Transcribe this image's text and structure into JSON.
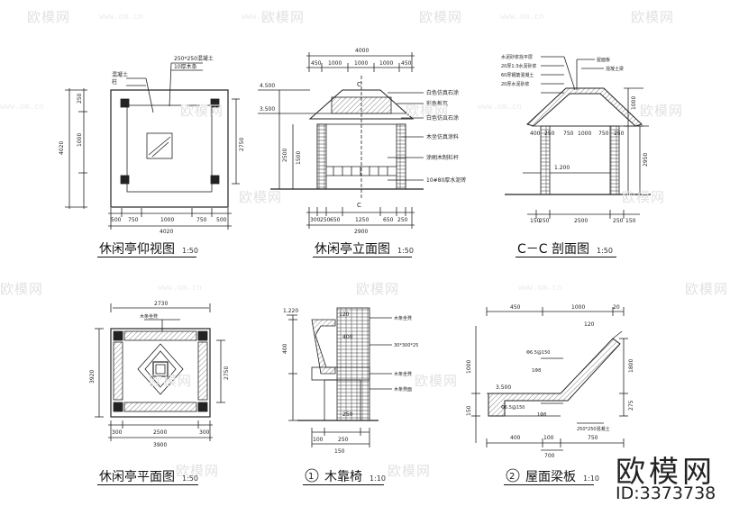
{
  "watermark": {
    "brand_text": "欧模网",
    "url_text": "www.om.cn"
  },
  "views": {
    "plan_bottom": {
      "title": "休闲亭仰视图",
      "scale": "1:50"
    },
    "elevation": {
      "title": "休闲亭立面图",
      "scale": "1:50"
    },
    "section": {
      "title": "C－C 剖面图",
      "scale": "1:50"
    },
    "plan": {
      "title": "休闲亭平面图",
      "scale": "1:50"
    },
    "bench": {
      "title": "木靠椅",
      "scale": "1:10",
      "index": "1"
    },
    "roof": {
      "title": "屋面梁板",
      "scale": "1:10",
      "index": "2"
    }
  },
  "dims": {
    "d500": "500",
    "d750": "750",
    "d1000": "1000",
    "d4020": "4020",
    "d2750": "2750",
    "d250": "250",
    "d4000": "4000",
    "d450": "450",
    "d300": "300",
    "d650": "650",
    "d1250": "1250",
    "d2900": "2900",
    "d1500": "1500",
    "d2500": "2500",
    "d3900": "3900",
    "d150": "150",
    "d400": "400",
    "d2950": "2950",
    "d1800": "1800",
    "d2730": "2730",
    "d3920": "3920",
    "d120": "120",
    "d100": "100",
    "d20": "20",
    "d700": "700",
    "d275": "275"
  },
  "levels": {
    "l4500": "4.500",
    "l3500": "3.500",
    "l1200": "1.200",
    "l1220": "1.220",
    "l3500b": "3.500"
  },
  "markers": {
    "cut": "C"
  },
  "notes": {
    "elev_1": "白色仿真石涂",
    "elev_2": "彩色板瓦",
    "elev_3": "白色仿真石涂",
    "elev_4": "木坐仿真涂料",
    "elev_5": "涂刷木制栏杆",
    "elev_6": "10#80厚水泥砖",
    "plan_b1": "250*250混凝土",
    "plan_b2": "10厚木条",
    "plan_b3": "混凝土",
    "plan_b4": "柱",
    "sec_1": "水泥砂浆找平层",
    "sec_2": "20厚1:3水泥砂浆",
    "sec_3": "60厚钢筋混凝土",
    "sec_4": "20厚水泥砂浆",
    "sec_5": "屋面板",
    "sec_6": "混凝土梁",
    "plan_1": "木条坐凳",
    "bench_1": "木条坐凳",
    "bench_2": "30*300*25",
    "bench_3": "木条坐凳",
    "bench_4": "木条凳面",
    "roof_1": "Φ6.5@150",
    "roof_2": "Φ6.5@150",
    "roof_3": "250*250混凝土",
    "roof_4": "1Φ8",
    "roof_5": "1Φ8"
  },
  "branding": {
    "logo": "欧模网",
    "id_label": "ID:3373738"
  }
}
